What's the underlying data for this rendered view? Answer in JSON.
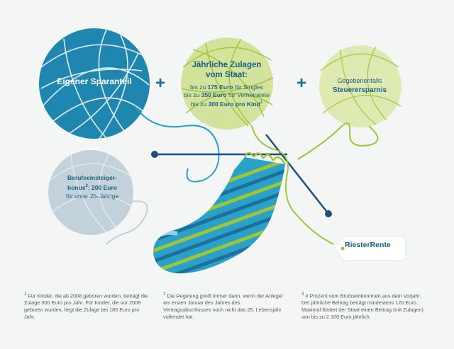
{
  "balls": {
    "own": {
      "label": "Eigener Sparanteil"
    },
    "state": {
      "title_line1": "Jährliche Zulagen",
      "title_line2": "vom Staat:",
      "line1_pre": "bis zu ",
      "line1_amount": "175 Euro",
      "line1_post": " für Singles",
      "line2_pre": "bis zu ",
      "line2_amount": "350 Euro",
      "line2_post": " für Verheiratete",
      "line3_pre": "bis zu ",
      "line3_amount": "300 Euro pro Kind",
      "line3_note": "1"
    },
    "tax": {
      "line1": "Gegebenenfalls",
      "line2": "Steuerersparnis"
    },
    "starter": {
      "line1": "Berufseinsteiger-",
      "line2_pre": "bonus",
      "line2_note": "2",
      "line2_post": ": 200 Euro",
      "line3": "für unter 25-Jährige"
    }
  },
  "operators": {
    "plus1": "+",
    "plus2": "+"
  },
  "tag": {
    "label": "RiesterRente"
  },
  "footnotes": [
    {
      "mark": "1",
      "text": "Für Kinder, die ab 2008 geboren wurden, beträgt die Zulage 300 Euro pro Jahr. Für Kinder, die vor 2008 geboren wurden, liegt die Zulage bei 185 Euro pro Jahr."
    },
    {
      "mark": "2",
      "text": "Die Regelung greift immer dann, wenn der Anleger am ersten Januar des Jahres des Vertragsabschlusses noch nicht das 25. Lebensjahr vollendet hat."
    },
    {
      "mark": "3",
      "text": "4 Prozent vom Bruttoeinkommen aus dem Vorjahr. Der jährliche Beitrag beträgt mindestens 120 Euro. Maximal fördert der Staat einen Beitrag (mit Zulagen) von bis zu 2.100 Euro jährlich."
    }
  ],
  "colors": {
    "blue_ball": "#1f86b0",
    "green_ball": "#d4e39c",
    "grey_ball": "#c3d2da",
    "sock_blue": "#2aa1c7",
    "sock_green": "#9ec43b",
    "needle": "#1c4f7c",
    "text_blue": "#1a5f82"
  },
  "icons": {
    "blue_yarn": "yarn-ball-icon",
    "green_yarn": "yarn-ball-icon",
    "light_green_yarn": "yarn-ball-icon",
    "grey_yarn": "yarn-ball-icon",
    "sock": "knitted-sock-icon",
    "needles": "knitting-needles-icon",
    "tag": "price-tag-icon"
  }
}
